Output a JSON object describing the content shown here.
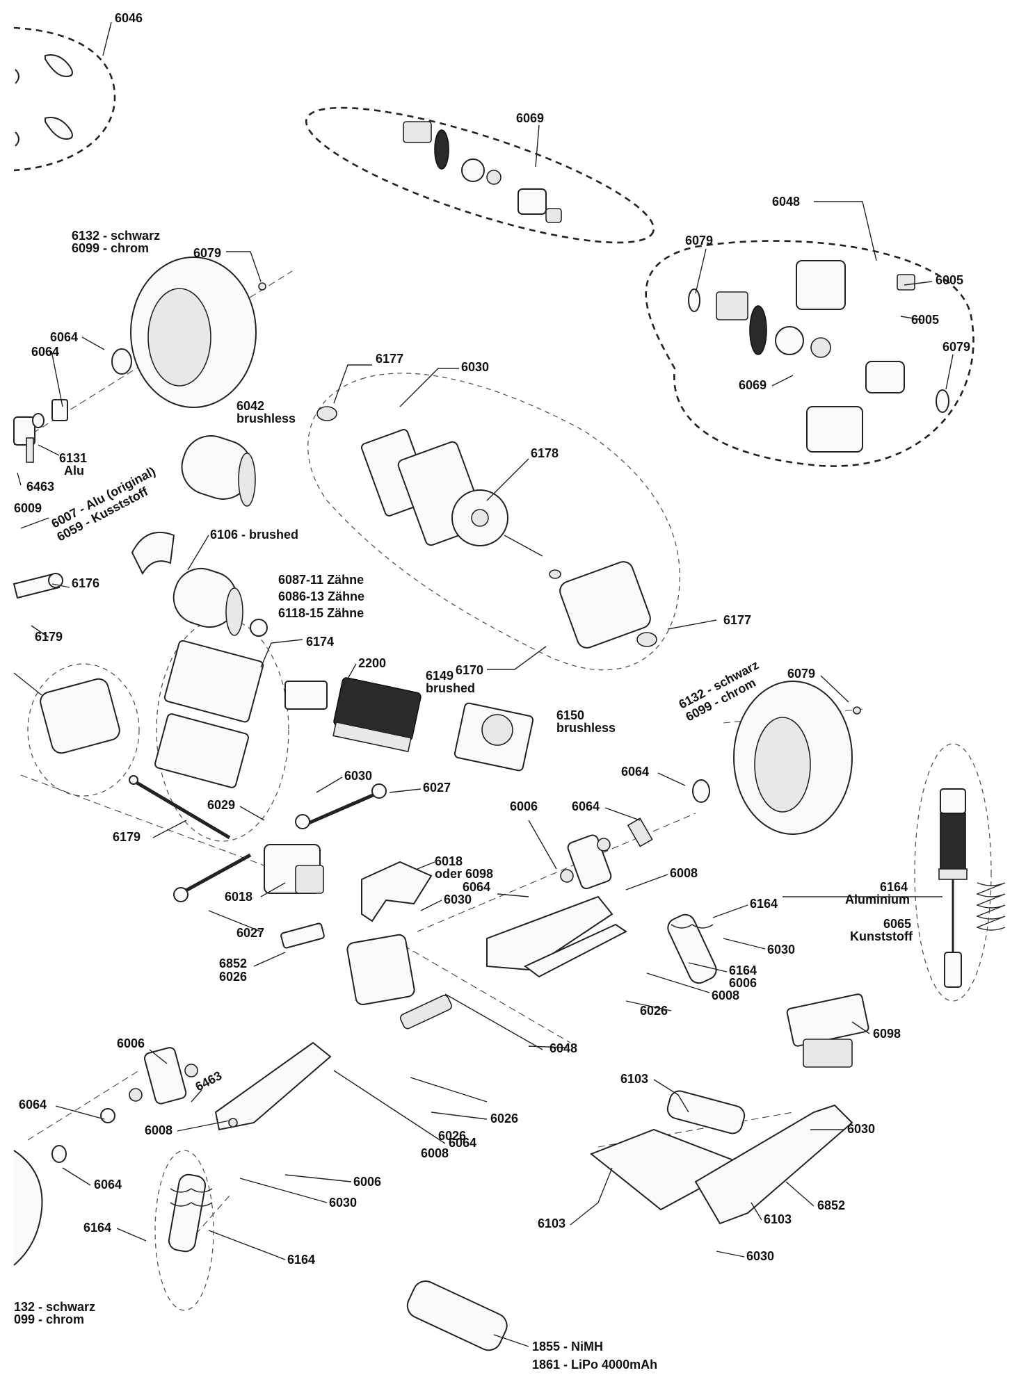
{
  "diagram": {
    "labels": [
      "6046",
      "6069",
      "6048",
      "6079",
      "6005",
      "6005",
      "6069",
      "6079",
      "6132 - schwarz",
      "6099 - chrom",
      "6079",
      "6064",
      "6064",
      "6042",
      "brushless",
      "6131",
      "Alu",
      "6463",
      "6009",
      "6007 - Alu (original)",
      "6059 - Kusststoff",
      "6106 - brushed",
      "6176",
      "6087-11 Zähne",
      "6086-13 Zähne",
      "6118-15 Zähne",
      "6177",
      "6030",
      "6178",
      "6177",
      "6170",
      "6179",
      "6174",
      "2200",
      "6149",
      "brushed",
      "6150",
      "brushless",
      "6132 - schwarz",
      "6099 - chrom",
      "6079",
      "6064",
      "6064",
      "6006",
      "6030",
      "6027",
      "6029",
      "6179",
      "6018",
      "6018",
      "oder 6098",
      "6030",
      "6064",
      "6008",
      "6164",
      "6164",
      "Aluminium",
      "6065",
      "Kunststoff",
      "6030",
      "6027",
      "6852",
      "6026",
      "6164",
      "6006",
      "6008",
      "6026",
      "6048",
      "6098",
      "6006",
      "6463",
      "6064",
      "6008",
      "6026",
      "6064",
      "6008",
      "6026",
      "6103",
      "6030",
      "6064",
      "6006",
      "6030",
      "6852",
      "6103",
      "6103",
      "6164",
      "6164",
      "6030",
      "132 - schwarz",
      "099 - chrom",
      "1855 - NiMH",
      "1861 - LiPo 4000mAh"
    ]
  }
}
